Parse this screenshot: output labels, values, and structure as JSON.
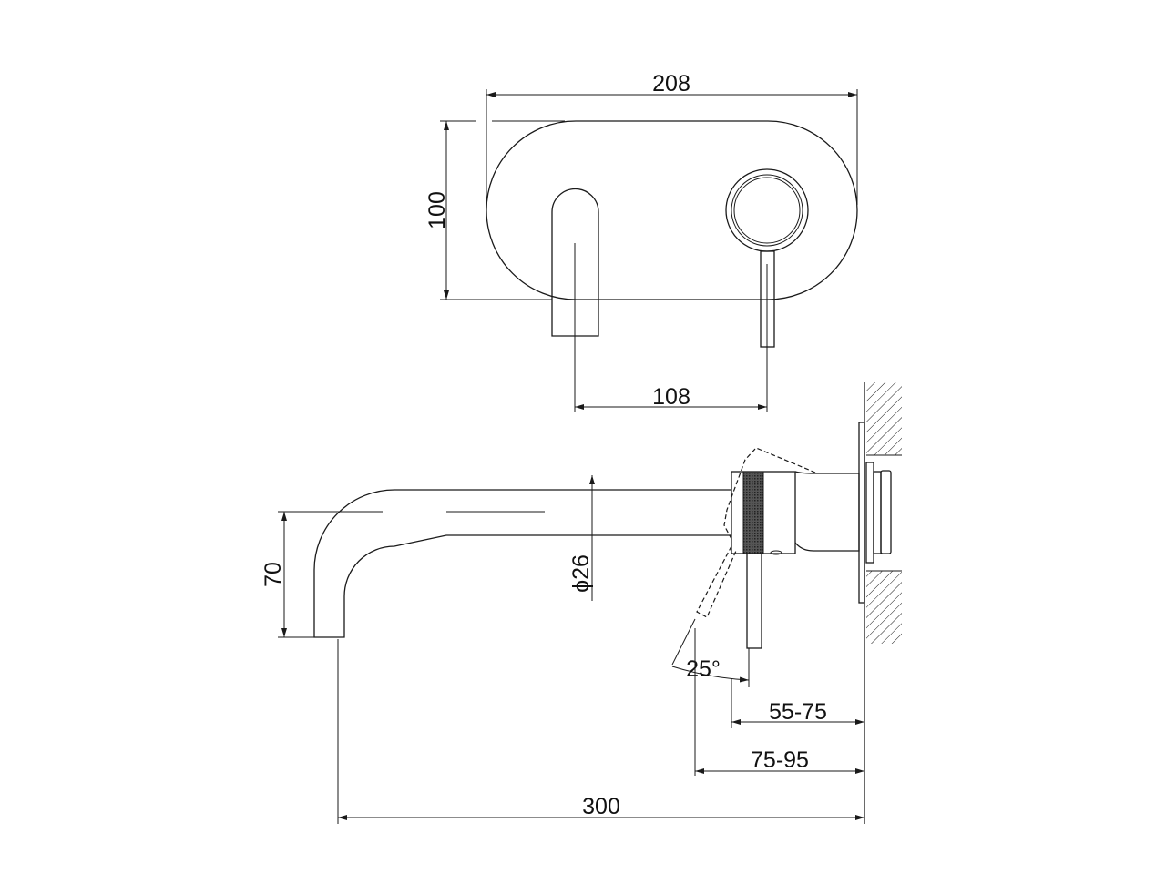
{
  "front_view": {
    "width_dim": "208",
    "height_dim": "100",
    "spacing_dim": "108"
  },
  "side_view": {
    "spout_height_dim": "70",
    "spout_diameter_dim": "ϕ26",
    "lever_angle_dim": "25°",
    "wall_depth_dim_1": "55-75",
    "wall_depth_dim_2": "75-95",
    "projection_dim": "300"
  },
  "colors": {
    "line": "#1a1a1a",
    "background": "#ffffff"
  }
}
